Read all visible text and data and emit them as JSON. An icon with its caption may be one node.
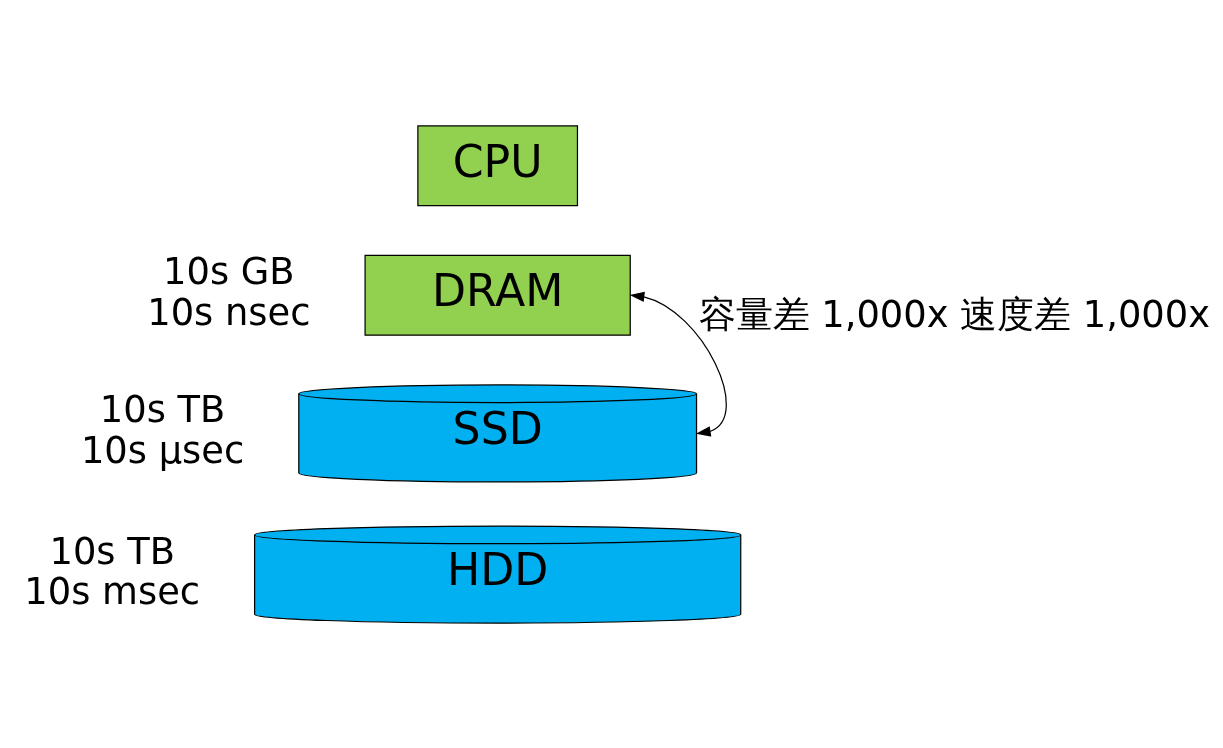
{
  "diagram": {
    "nodes": [
      {
        "text": [
          "CPU"
        ]
      },
      {
        "text": [
          "DRAM"
        ],
        "beside": [
          "10s GB",
          "10s nsec"
        ]
      },
      {
        "text": [
          "SSD"
        ],
        "beside": [
          "10s TB",
          "10s μsec"
        ]
      },
      {
        "text": [
          "HDD"
        ],
        "beside": [
          "10s TB",
          "10s msec"
        ]
      }
    ],
    "edges": [
      {
        "from": 1,
        "to": 2,
        "arrow": "both",
        "label": "容量差 1,000x 速度差 1,000x"
      }
    ]
  }
}
